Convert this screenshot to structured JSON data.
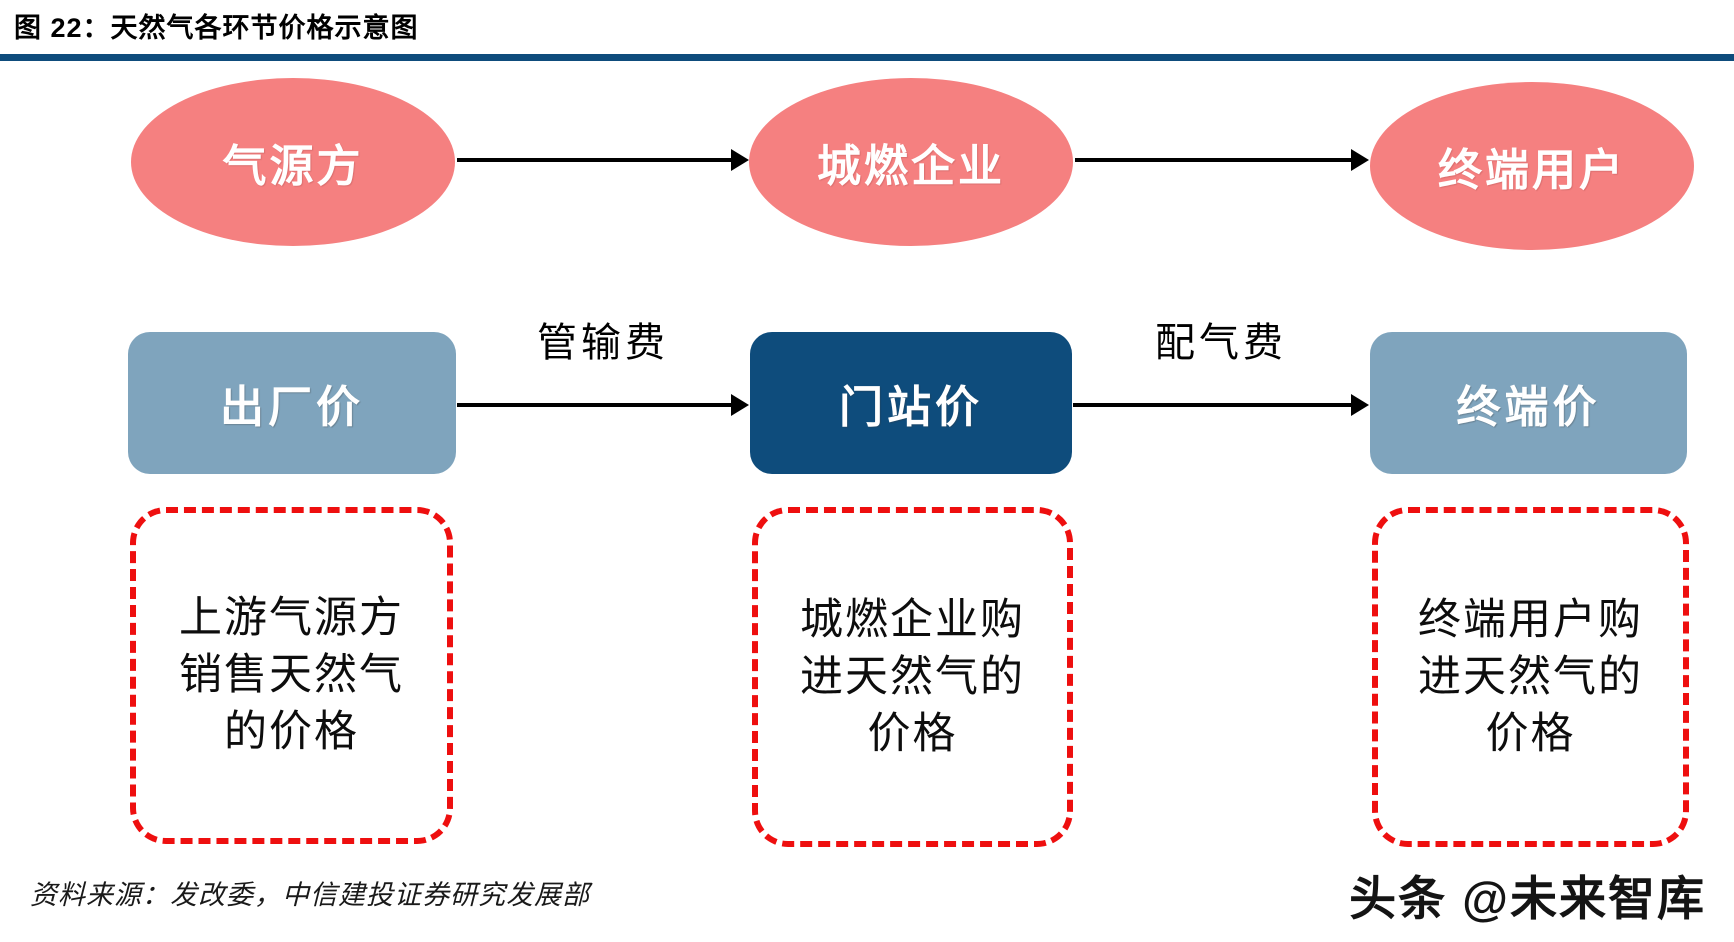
{
  "figure": {
    "title": "图 22：天然气各环节价格示意图",
    "source": "资料来源：发改委，中信建投证券研究发展部",
    "watermark": "头条 @未来智库"
  },
  "colors": {
    "title_rule": "#0E4C7C",
    "ellipse_fill": "#F58080",
    "box_light_blue": "#7FA4BD",
    "box_dark_blue": "#0E4C7C",
    "note_border_red": "#EE0F0F",
    "arrow_black": "#000000"
  },
  "entities": {
    "nodes": [
      {
        "label": "气源方"
      },
      {
        "label": "城燃企业"
      },
      {
        "label": "终端用户"
      }
    ]
  },
  "prices": {
    "nodes": [
      {
        "label": "出厂价"
      },
      {
        "label": "门站价"
      },
      {
        "label": "终端价"
      }
    ],
    "arrow_labels": [
      {
        "label": "管输费"
      },
      {
        "label": "配气费"
      }
    ]
  },
  "notes": [
    {
      "lines": [
        "上游气源方",
        "销售天然气",
        "的价格"
      ]
    },
    {
      "lines": [
        "城燃企业购",
        "进天然气的",
        "价格"
      ]
    },
    {
      "lines": [
        "终端用户购",
        "进天然气的",
        "价格"
      ]
    }
  ]
}
